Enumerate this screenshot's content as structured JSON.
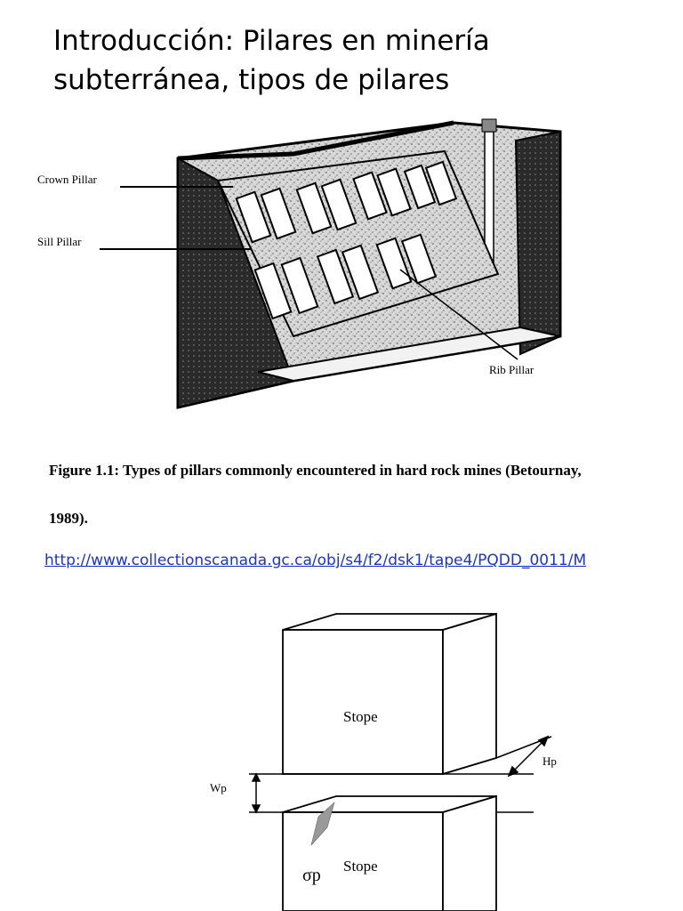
{
  "slide": {
    "title_line1": "Introducción: Pilares en minería",
    "title_line2": "subterránea, tipos de pilares"
  },
  "figure1": {
    "labels": {
      "crown": "Crown Pillar",
      "sill": "Sill Pillar",
      "rib": "Rib Pillar"
    },
    "caption_line1": "Figure 1.1: Types of pillars commonly encountered in hard rock mines (Betournay,",
    "caption_line2": "1989)."
  },
  "link": {
    "text": "http://www.collectionscanada.gc.ca/obj/s4/f2/dsk1/tape4/PQDD_0011/M"
  },
  "figure2": {
    "stope_top": "Stope",
    "stope_bottom": "Stope",
    "hp": "Hp",
    "wp": "Wp",
    "sigma": "σp"
  }
}
